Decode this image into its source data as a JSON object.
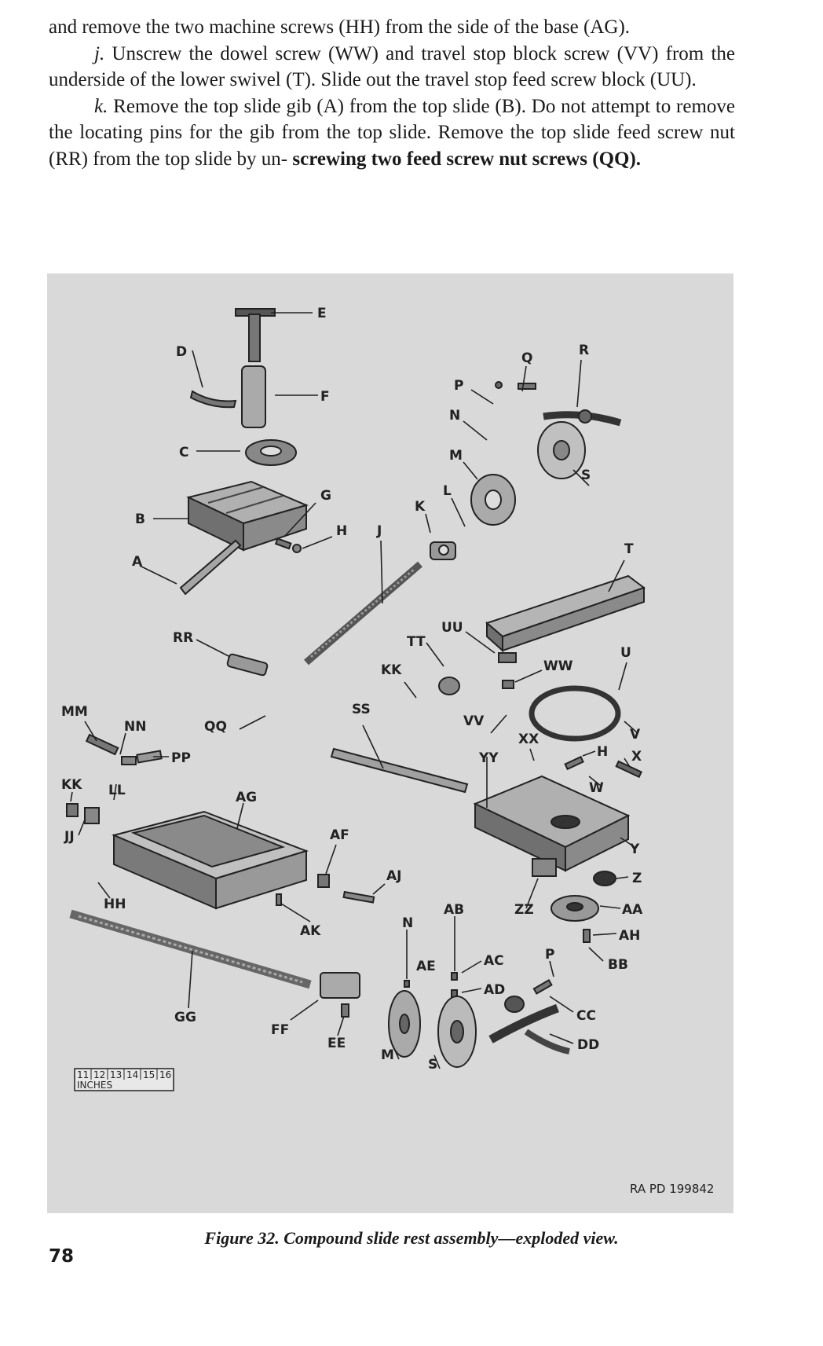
{
  "text": {
    "p1": "and remove the two machine screws (HH) from the side of the base (AG).",
    "p2_marker": "j.",
    "p2": " Unscrew the dowel screw (WW) and travel stop block screw (VV) from the underside of the lower swivel (T). Slide out the travel stop feed screw block (UU).",
    "p3_marker": "k.",
    "p3": " Remove the top slide gib (A) from the top slide (B). Do not attempt to remove the locating pins for the gib from the top slide. Remove the top slide feed screw nut (RR) from the top slide by un-",
    "p3_bold": "screwing two feed screw nut screws (QQ)."
  },
  "figure": {
    "labels": [
      "D",
      "E",
      "F",
      "C",
      "Q",
      "R",
      "P",
      "N",
      "M",
      "L",
      "K",
      "G",
      "H",
      "J",
      "B",
      "A",
      "S",
      "T",
      "UU",
      "RR",
      "TT",
      "U",
      "KK",
      "WW",
      "MM",
      "NN",
      "QQ",
      "SS",
      "VV",
      "XX",
      "V",
      "PP",
      "YY",
      "H",
      "X",
      "W",
      "KK",
      "LL",
      "AG",
      "JJ",
      "AF",
      "Y",
      "AJ",
      "Z",
      "HH",
      "AB",
      "ZZ",
      "AA",
      "AK",
      "N",
      "AH",
      "AC",
      "AE",
      "P",
      "BB",
      "AD",
      "GG",
      "CC",
      "FF",
      "EE",
      "DD",
      "M",
      "S"
    ],
    "ruler_numbers": [
      "11",
      "12",
      "13",
      "14",
      "15",
      "16"
    ],
    "ruler_unit": "INCHES",
    "reference": "RA PD 199842"
  },
  "caption": "Figure 32.  Compound slide rest assembly—exploded view.",
  "page_number": "78"
}
